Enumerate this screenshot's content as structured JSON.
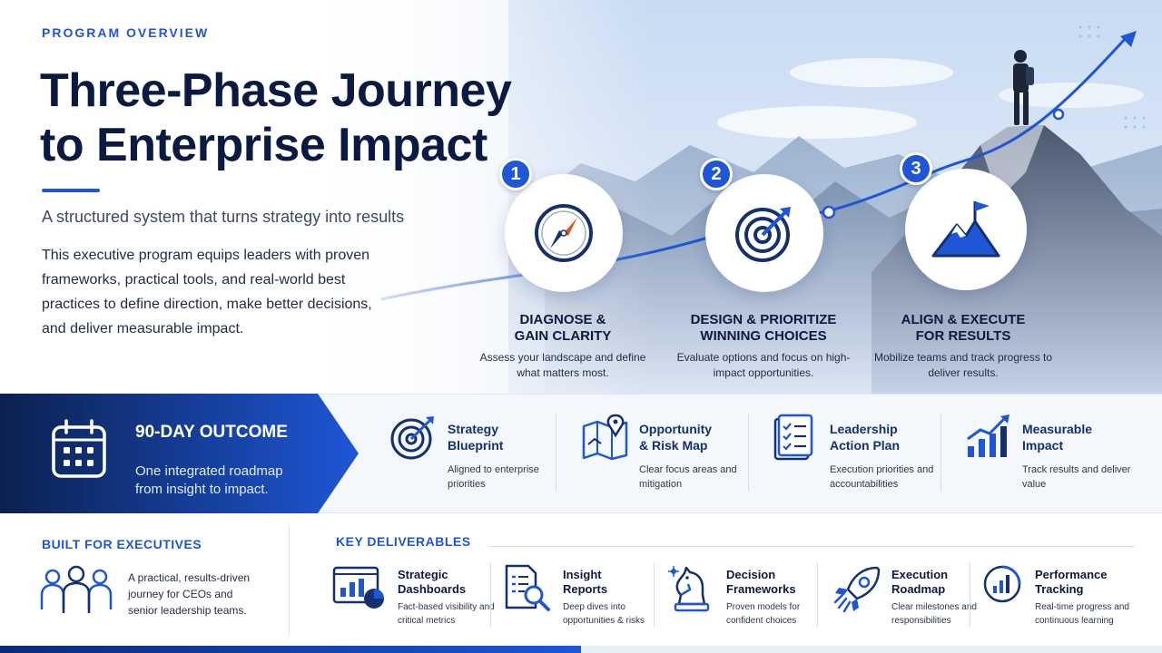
{
  "hero": {
    "eyebrow": "PROGRAM OVERVIEW",
    "headline_line1": "Three-Phase Journey",
    "headline_line2": "to Enterprise Impact",
    "subhead": "A structured system that turns strategy into results",
    "intro": "This executive program equips leaders with proven frameworks, practical tools, and real-world best practices to define direction, make better decisions, and deliver measurable impact."
  },
  "phases": [
    {
      "number": "1",
      "icon": "compass-icon",
      "title_line1": "DIAGNOSE &",
      "title_line2": "GAIN CLARITY",
      "desc": "Assess your landscape and define what matters most."
    },
    {
      "number": "2",
      "icon": "target-icon",
      "title_line1": "DESIGN & PRIORITIZE",
      "title_line2": "WINNING CHOICES",
      "desc": "Evaluate options and focus on high-impact opportunities."
    },
    {
      "number": "3",
      "icon": "mountain-flag-icon",
      "title_line1": "ALIGN & EXECUTE",
      "title_line2": "FOR RESULTS",
      "desc": "Mobilize teams and track progress to deliver results."
    }
  ],
  "outcome": {
    "title": "90-DAY OUTCOME",
    "desc": "One integrated roadmap from insight to impact.",
    "icon": "calendar-icon"
  },
  "outcome_items": [
    {
      "icon": "target-icon",
      "title_line1": "Strategy",
      "title_line2": "Blueprint",
      "desc": "Aligned to enterprise priorities"
    },
    {
      "icon": "map-pin-icon",
      "title_line1": "Opportunity",
      "title_line2": "& Risk Map",
      "desc": "Clear focus areas and mitigation"
    },
    {
      "icon": "checklist-icon",
      "title_line1": "Leadership",
      "title_line2": "Action Plan",
      "desc": "Execution priorities and accountabilities"
    },
    {
      "icon": "growth-chart-icon",
      "title_line1": "Measurable",
      "title_line2": "Impact",
      "desc": "Track results and deliver value"
    }
  ],
  "built": {
    "title": "BUILT FOR EXECUTIVES",
    "desc": "A practical, results-driven journey for CEOs and senior leadership teams.",
    "icon": "people-icon"
  },
  "deliverables": {
    "title": "KEY DELIVERABLES",
    "items": [
      {
        "icon": "dashboard-icon",
        "title_line1": "Strategic",
        "title_line2": "Dashboards",
        "desc": "Fact-based visibility and critical metrics"
      },
      {
        "icon": "report-search-icon",
        "title_line1": "Insight",
        "title_line2": "Reports",
        "desc": "Deep dives into opportunities & risks"
      },
      {
        "icon": "chess-knight-icon",
        "title_line1": "Decision",
        "title_line2": "Frameworks",
        "desc": "Proven models for confident choices"
      },
      {
        "icon": "rocket-icon",
        "title_line1": "Execution",
        "title_line2": "Roadmap",
        "desc": "Clear milestones and responsibilities"
      },
      {
        "icon": "performance-gauge-icon",
        "title_line1": "Performance",
        "title_line2": "Tracking",
        "desc": "Real-time progress and continuous learning"
      }
    ]
  },
  "colors": {
    "accent": "#1e56d6",
    "navy": "#0b1a40",
    "band_dark": "#0b2a7a"
  }
}
